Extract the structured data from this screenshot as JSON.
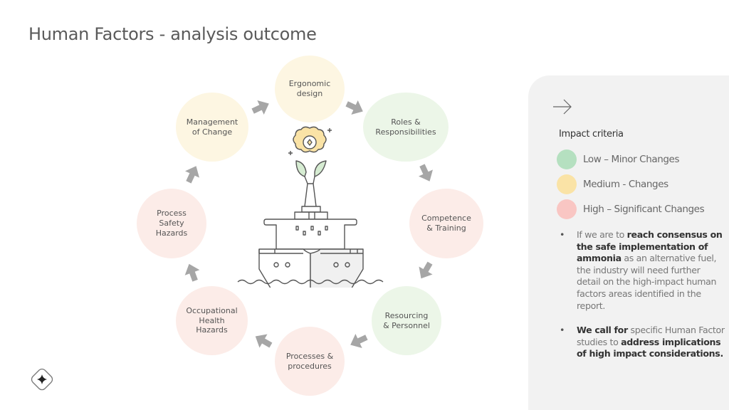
{
  "title": "Human Factors - analysis outcome",
  "diagram": {
    "nodes": [
      {
        "id": "ergonomic-design",
        "line1": "Ergonomic",
        "line2": "design",
        "line3": "",
        "impact": "medium"
      },
      {
        "id": "roles-responsibilities",
        "line1": "Roles &",
        "line2": "Responsibilities",
        "line3": "",
        "impact": "low"
      },
      {
        "id": "competence-training",
        "line1": "Competence",
        "line2": "& Training",
        "line3": "",
        "impact": "high"
      },
      {
        "id": "resourcing-personnel",
        "line1": "Resourcing",
        "line2": "& Personnel",
        "line3": "",
        "impact": "low"
      },
      {
        "id": "processes-procedures",
        "line1": "Processes &",
        "line2": "procedures",
        "line3": "",
        "impact": "high"
      },
      {
        "id": "occupational-health-hazards",
        "line1": "Occupational",
        "line2": "Health",
        "line3": "Hazards",
        "impact": "high"
      },
      {
        "id": "process-safety-hazards",
        "line1": "Process",
        "line2": "Safety",
        "line3": "Hazards",
        "impact": "high"
      },
      {
        "id": "management-of-change",
        "line1": "Management",
        "line2": "of Change",
        "line3": "",
        "impact": "medium"
      }
    ],
    "center_icon": "ship-with-ammonia-flower-icon"
  },
  "panel": {
    "arrow_icon": "arrow-right-icon",
    "criteria_title": "Impact criteria",
    "legend": [
      {
        "label": "Low – Minor Changes",
        "color": "#b5e0c0"
      },
      {
        "label": "Medium - Changes",
        "color": "#fae3a6"
      },
      {
        "label": "High – Significant Changes",
        "color": "#f9c6c3"
      }
    ],
    "bullets": [
      {
        "parts": [
          {
            "text": "If we are to ",
            "bold": false
          },
          {
            "text": "reach consensus on the safe implementation of ammonia",
            "bold": true
          },
          {
            "text": " as an alternative fuel, the industry will need further detail on the high-impact human factors areas identified in the report.",
            "bold": false
          }
        ]
      },
      {
        "parts": [
          {
            "text": "We call for",
            "bold": true
          },
          {
            "text": " specific Human Factor studies to ",
            "bold": false
          },
          {
            "text": "address implications of high impact considerations.",
            "bold": true
          }
        ]
      }
    ]
  },
  "colors": {
    "medium_fill": "#fdf6e2",
    "low_fill": "#ecf6e8",
    "high_fill": "#fcece8",
    "arrow": "#a6a6a6",
    "panel_bg": "#f2f2f2"
  },
  "logo_icon": "sparkle-diamond-logo-icon"
}
